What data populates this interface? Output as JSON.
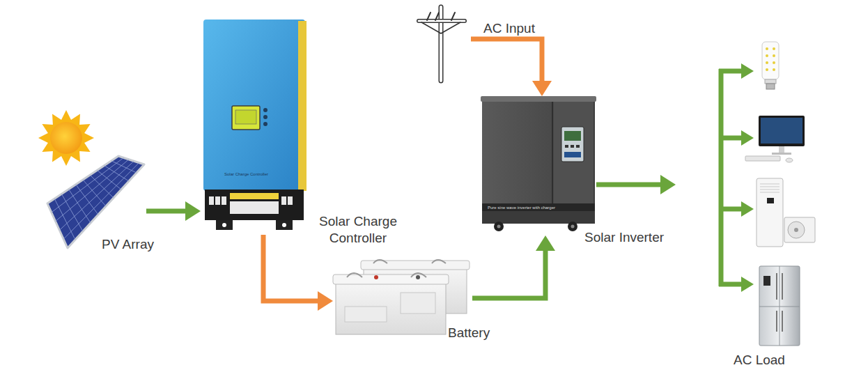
{
  "diagram": {
    "nodes": [
      {
        "text": [
          "PV Array"
        ]
      },
      {
        "text": [
          "Solar Charge Controller"
        ]
      },
      {
        "text": [
          "AC Input"
        ]
      },
      {
        "text": [
          "Solar Inverter"
        ]
      },
      {
        "text": [
          "Battery"
        ]
      },
      {
        "text": [
          "AC Load"
        ]
      }
    ],
    "edges": [
      {
        "from": 0,
        "to": 1,
        "arrow": "to"
      },
      {
        "from": 1,
        "to": 4,
        "arrow": "to"
      },
      {
        "from": 2,
        "to": 3,
        "arrow": "to"
      },
      {
        "from": 4,
        "to": 3,
        "arrow": "to"
      },
      {
        "from": 3,
        "to": 5,
        "arrow": "to"
      }
    ],
    "labels": [
      "Solar Charge Controller",
      "Pure sine wave inverter with charger"
    ]
  }
}
